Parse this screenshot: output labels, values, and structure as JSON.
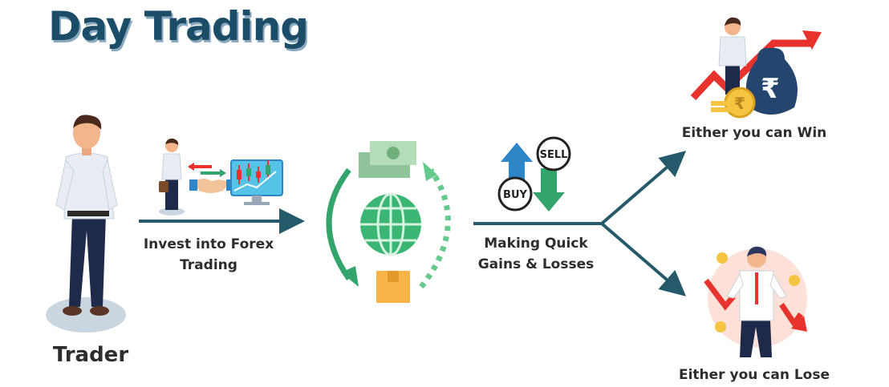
{
  "title": "Day Trading",
  "labels": {
    "trader": "Trader",
    "invest": "Invest into Forex Trading",
    "quick": "Making Quick Gains & Losses",
    "win": "Either you can Win",
    "lose": "Either you can Lose"
  },
  "badges": {
    "buy": "BUY",
    "sell": "SELL",
    "rupee": "₹"
  },
  "colors": {
    "title": "#1b4d68",
    "arrow": "#255a6b",
    "green": "#33a46b",
    "red": "#e8322c",
    "blue": "#2e86c9"
  }
}
